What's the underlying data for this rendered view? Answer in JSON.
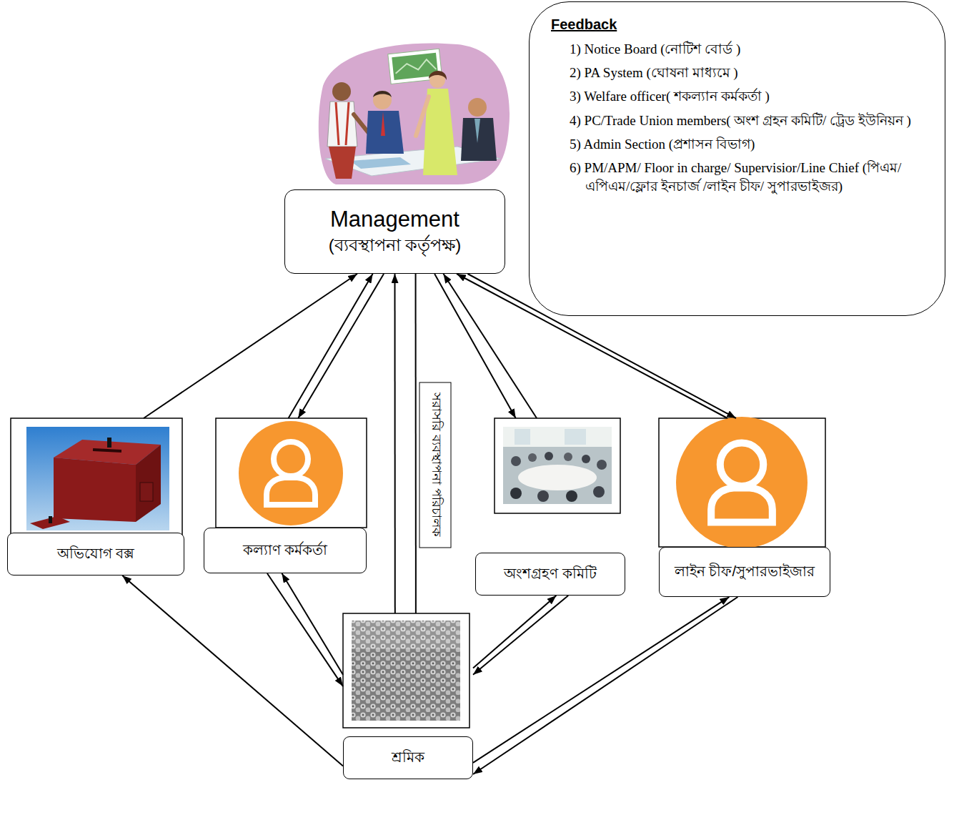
{
  "diagram": {
    "nodes": [
      {
        "text": [
          "Management",
          "(ব্যবস্থাপনা কর্তৃপক্ষ)"
        ]
      },
      {
        "text": [
          "Feedback",
          "1) Notice Board (নোটিশ বোর্ড )",
          "2) PA System (ঘোষনা মাধ্যমে )",
          "3) Welfare officer( শকল্যান কর্মকর্তা )",
          "4) PC/Trade Union members( অংশ গ্রহন কমিটি/ ট্রেড ইউনিয়ন )",
          "5) Admin Section (প্রশাসন বিভাগ)",
          "6) PM/APM/ Floor in charge/ Supervisior/Line Chief (পিএম/এপিএম/ফ্লোর ইনচার্জ /লাইন চীফ/ সুপারভাইজর)"
        ]
      },
      {
        "text": [
          "অভিযোগ বক্স"
        ]
      },
      {
        "text": [
          "কল্যাণ কর্মকর্তা"
        ]
      },
      {
        "text": [
          "অংশগ্রহণ কমিটি"
        ]
      },
      {
        "text": [
          "লাইন চীফ/সুপারভাইজার"
        ]
      },
      {
        "text": [
          "শ্রমিক"
        ]
      }
    ],
    "edges": [
      {
        "from": 2,
        "to": 0,
        "arrow": "to"
      },
      {
        "from": 3,
        "to": 0,
        "arrow": "to"
      },
      {
        "from": 0,
        "to": 3,
        "arrow": "to"
      },
      {
        "from": 4,
        "to": 0,
        "arrow": "to"
      },
      {
        "from": 0,
        "to": 4,
        "arrow": "to"
      },
      {
        "from": 5,
        "to": 0,
        "arrow": "to"
      },
      {
        "from": 0,
        "to": 5,
        "arrow": "to"
      },
      {
        "from": 6,
        "to": 2,
        "arrow": "to"
      },
      {
        "from": 3,
        "to": 6,
        "arrow": "to"
      },
      {
        "from": 6,
        "to": 3,
        "arrow": "to"
      },
      {
        "from": 6,
        "to": 4,
        "arrow": "to"
      },
      {
        "from": 4,
        "to": 6,
        "arrow": "to"
      },
      {
        "from": 6,
        "to": 5,
        "arrow": "to"
      },
      {
        "from": 5,
        "to": 6,
        "arrow": "to"
      },
      {
        "from": 6,
        "to": 0,
        "arrow": "to"
      },
      {
        "from": 6,
        "to": 0,
        "arrow": "none",
        "label": "সরাসরি ব্যবস্থাপনা পরিচালক"
      }
    ]
  }
}
